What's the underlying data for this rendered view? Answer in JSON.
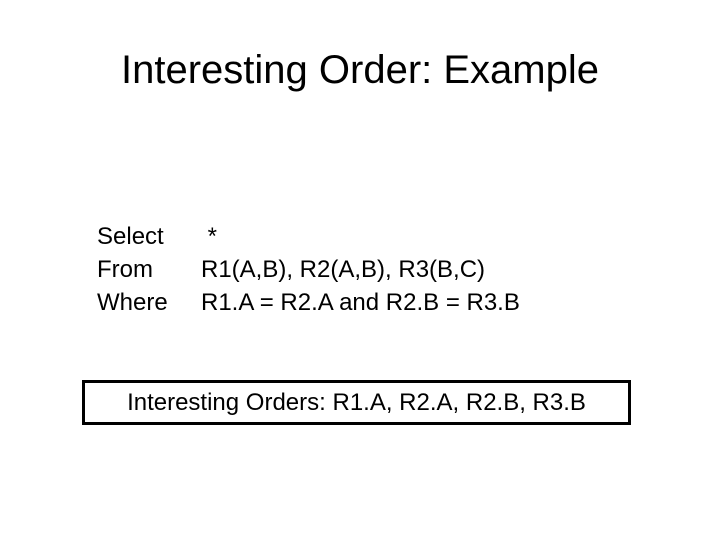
{
  "slide": {
    "title": "Interesting Order: Example",
    "query": [
      {
        "keyword": "Select",
        "clause": " *"
      },
      {
        "keyword": "From",
        "clause": "R1(A,B), R2(A,B), R3(B,C)"
      },
      {
        "keyword": "Where",
        "clause": "R1.A = R2.A and R2.B = R3.B"
      }
    ],
    "callout": "Interesting Orders: R1.A, R2.A, R2.B, R3.B"
  }
}
